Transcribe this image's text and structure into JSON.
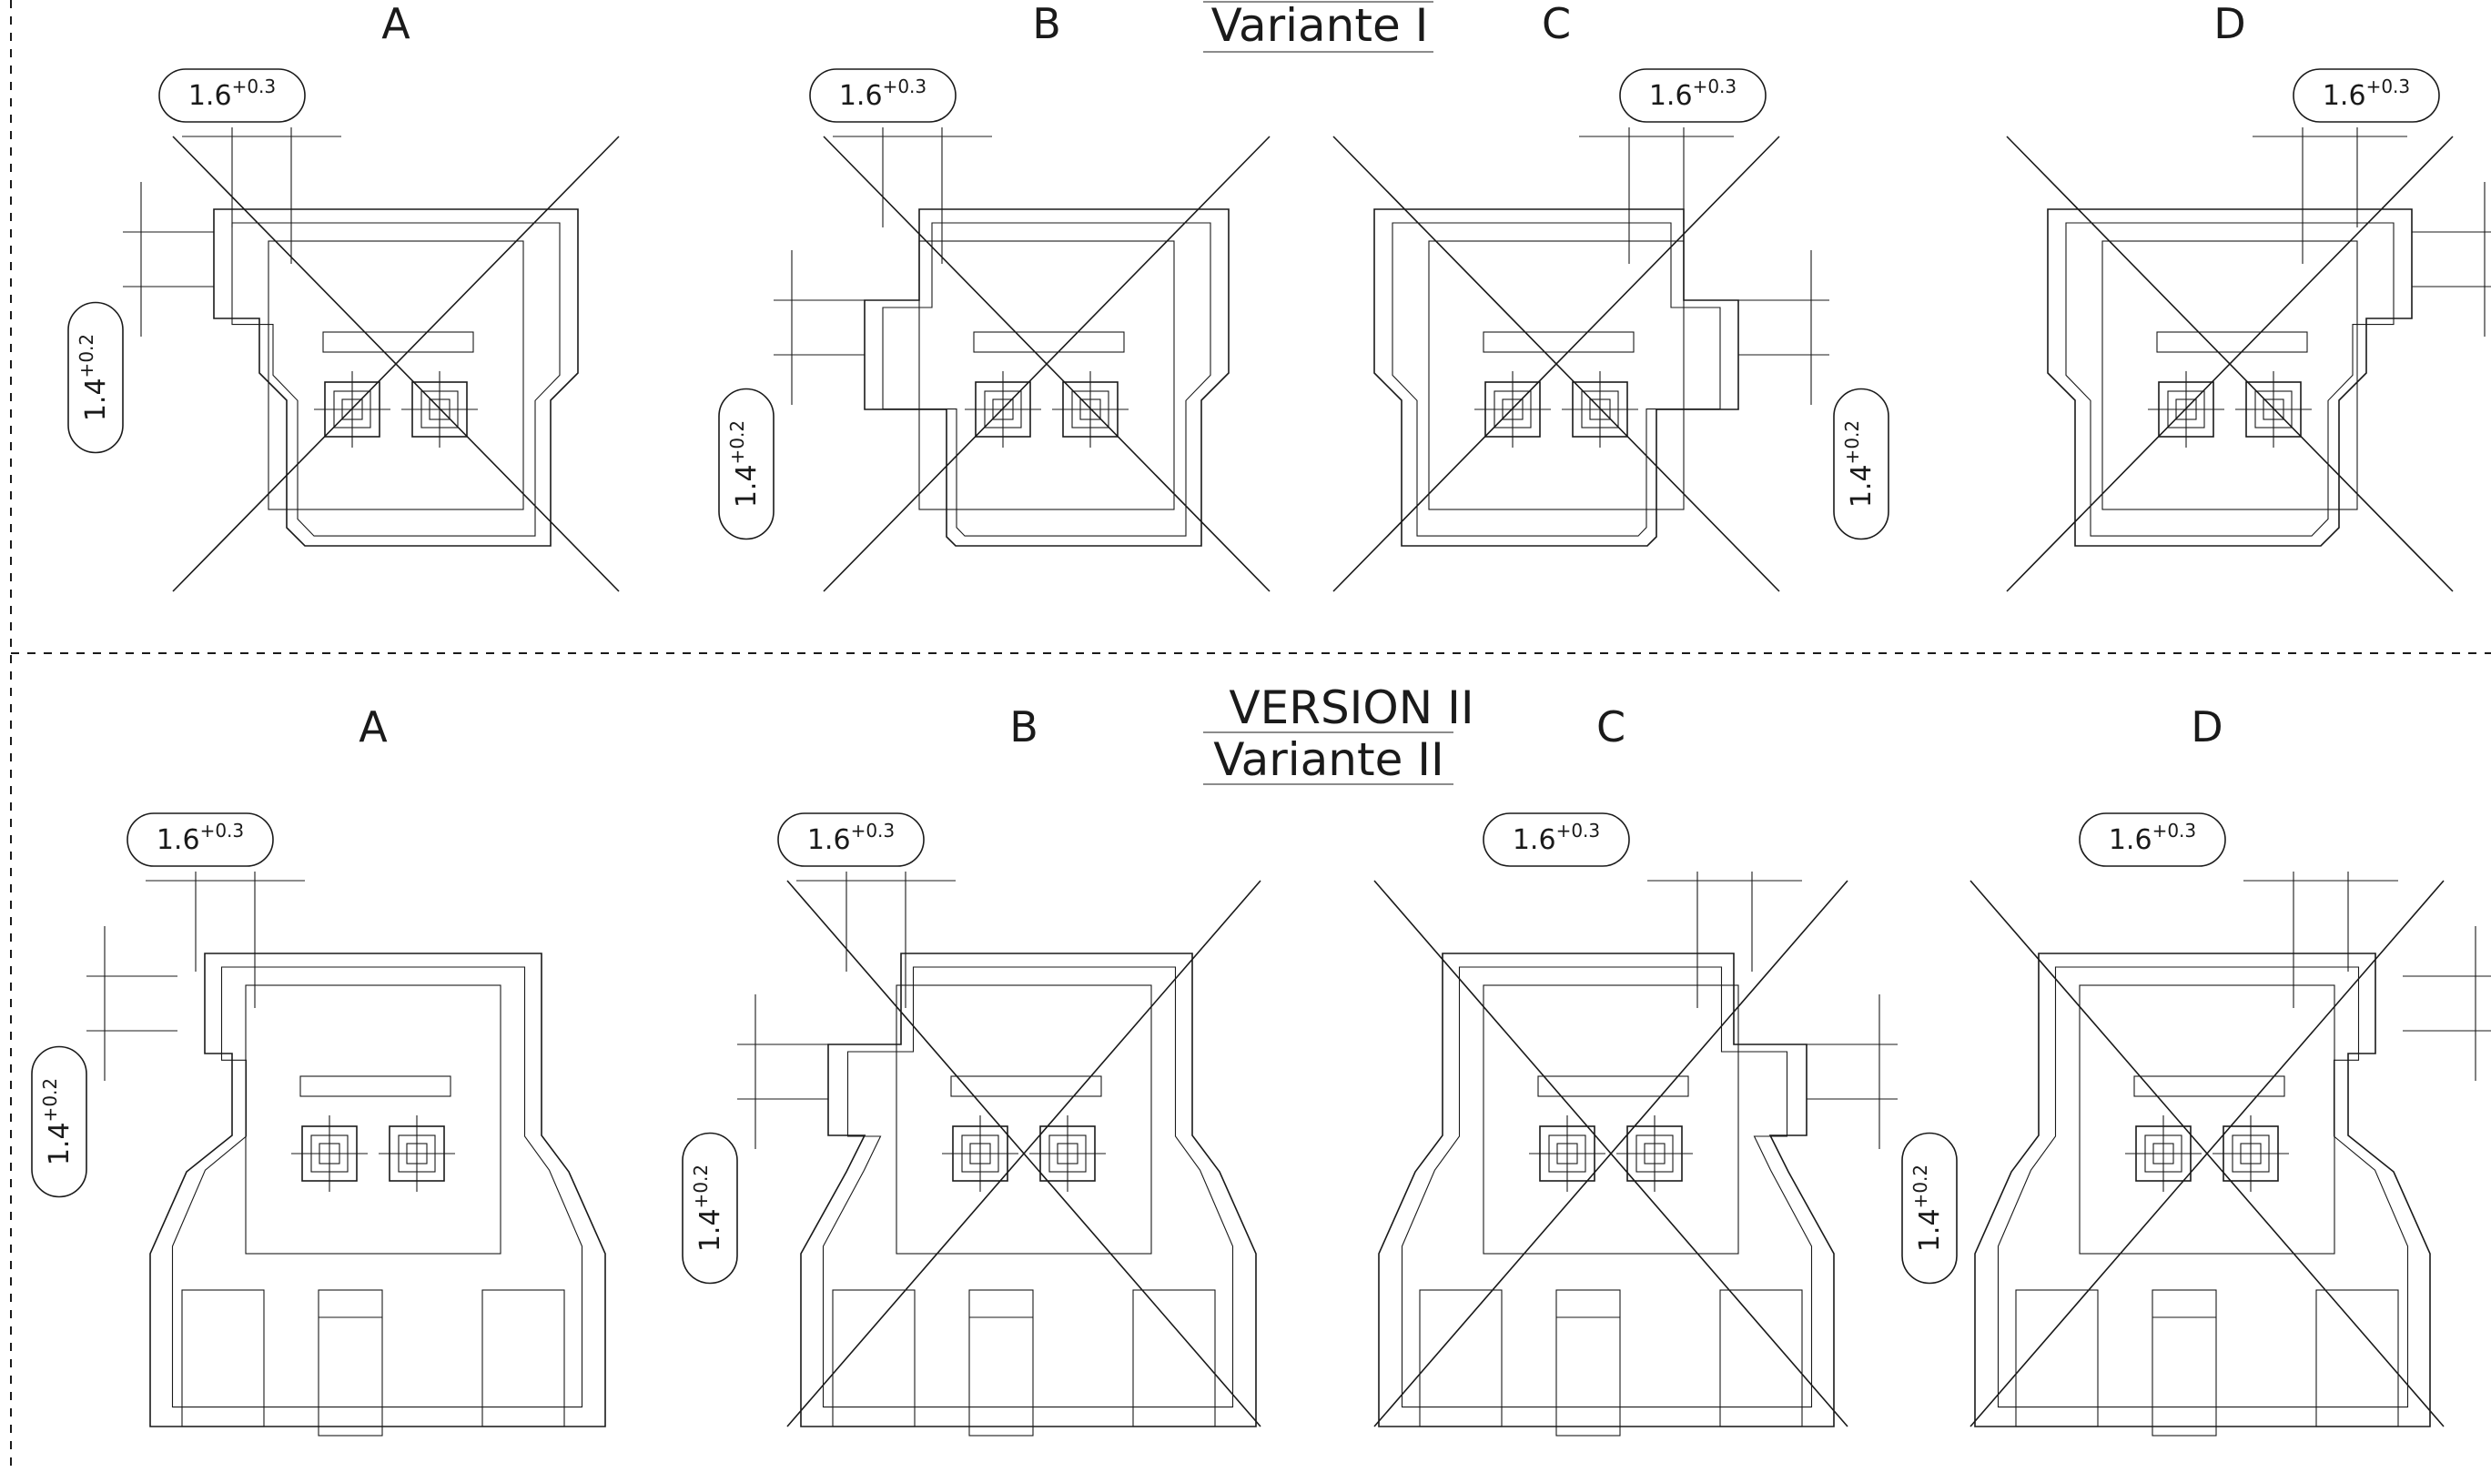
{
  "rows": [
    {
      "title_lines": [
        "",
        "Variante I"
      ],
      "views": [
        {
          "label": "A",
          "crossed": true,
          "tab": "left",
          "dim_width": "1.6",
          "dim_width_tol": "+0.3",
          "dim_height": "1.4",
          "dim_height_tol": "+0.2"
        },
        {
          "label": "B",
          "crossed": true,
          "tab": "left-low",
          "dim_width": "1.6",
          "dim_width_tol": "+0.3",
          "dim_height": "1.4",
          "dim_height_tol": "+0.2"
        },
        {
          "label": "C",
          "crossed": true,
          "tab": "right-low",
          "dim_width": "1.6",
          "dim_width_tol": "+0.3",
          "dim_height": "1.4",
          "dim_height_tol": "+0.2"
        },
        {
          "label": "D",
          "crossed": true,
          "tab": "right",
          "dim_width": "1.6",
          "dim_width_tol": "+0.3",
          "dim_height": "1.4",
          "dim_height_tol": "+0.2"
        }
      ]
    },
    {
      "title_lines": [
        "VERSION II",
        "Variante II"
      ],
      "views": [
        {
          "label": "A",
          "crossed": false,
          "tab": "left",
          "dim_width": "1.6",
          "dim_width_tol": "+0.3",
          "dim_height": "1.4",
          "dim_height_tol": "+0.2"
        },
        {
          "label": "B",
          "crossed": true,
          "tab": "left-low",
          "dim_width": "1.6",
          "dim_width_tol": "+0.3",
          "dim_height": "1.4",
          "dim_height_tol": "+0.2"
        },
        {
          "label": "C",
          "crossed": true,
          "tab": "right-low",
          "dim_width": "1.6",
          "dim_width_tol": "+0.3",
          "dim_height": "1.4",
          "dim_height_tol": "+0.2"
        },
        {
          "label": "D",
          "crossed": true,
          "tab": "right",
          "dim_width": "1.6",
          "dim_width_tol": "+0.3",
          "dim_height": "1.4",
          "dim_height_tol": "+0.2"
        }
      ]
    }
  ]
}
